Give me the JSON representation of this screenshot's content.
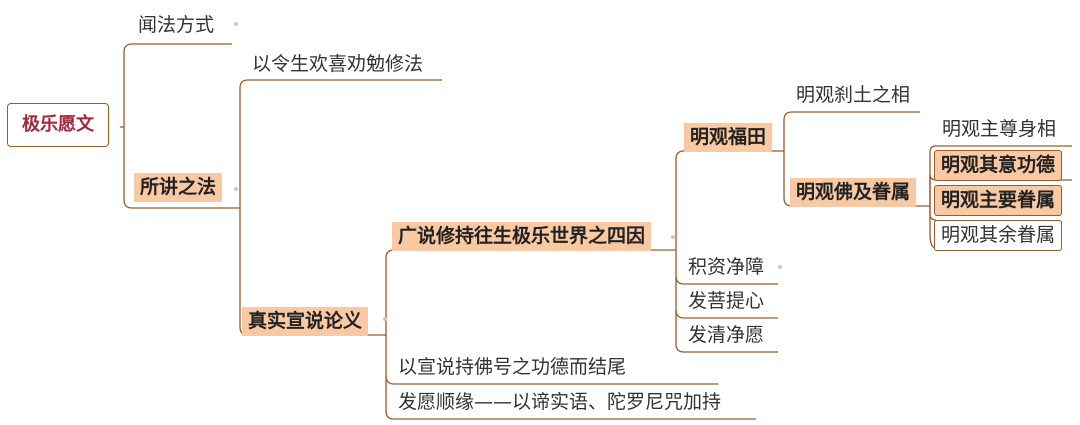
{
  "root": "极乐愿文",
  "branches": {
    "wenfa": "闻法方式",
    "suojiang": "所讲之法",
    "yiling": "以令生欢喜劝勉修法",
    "zhenshi": "真实宣说论义",
    "guangshuo": "广说修持往生极乐世界之四因",
    "mingguan_futian": "明观福田",
    "chatu": "明观刹土之相",
    "fo_juanshu": "明观佛及眷属",
    "zhuzun": "明观主尊身相",
    "yigongde": "明观其意功德",
    "zhuyao": "明观主要眷属",
    "qiyu": "明观其余眷属",
    "jizi": "积资净障",
    "faputi": "发菩提心",
    "faqing": "发清净愿",
    "yixuan": "以宣说持佛号之功德而结尾",
    "fayuan": "发愿顺缘——以谛实语、陀罗尼咒加持"
  },
  "colors": {
    "line": "#9a5a2a",
    "highlight": "#f8c9a3",
    "root_text": "#a0283a"
  }
}
